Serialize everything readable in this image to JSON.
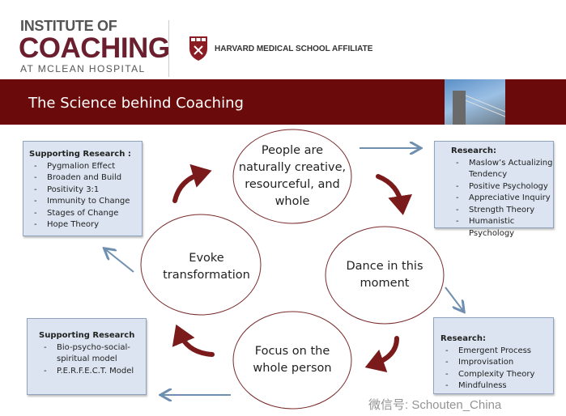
{
  "header": {
    "logo_line1": "INSTITUTE OF",
    "logo_line2": "COACHING",
    "logo_line3": "AT MCLEAN HOSPITAL",
    "affiliate": "HARVARD MEDICAL SCHOOL AFFILIATE"
  },
  "banner": {
    "title": "The Science behind Coaching"
  },
  "nodes": {
    "top": "People are naturally  creative, resourceful, and whole",
    "right": "Dance in this moment",
    "bottom": "Focus on the whole person",
    "left": "Evoke transformation"
  },
  "boxes": {
    "top_left": {
      "heading": "Supporting Research :",
      "items": [
        "Pygmalion Effect",
        "Broaden and Build",
        "Positivity 3:1",
        "Immunity to Change",
        "Stages of Change",
        "Hope Theory"
      ]
    },
    "top_right": {
      "heading": "Research:",
      "items": [
        "Maslow’s Actualizing Tendency",
        "Positive Psychology",
        "Appreciative Inquiry",
        "Strength Theory",
        "Humanistic Psychology"
      ]
    },
    "bottom_left": {
      "heading": "Supporting Research",
      "items": [
        "Bio-psycho-social-spiritual model",
        "P.E.R.F.E.C.T. Model"
      ]
    },
    "bottom_right": {
      "heading": "Research:",
      "items": [
        "Emergent Process",
        "Improvisation",
        "Complexity Theory",
        "Mindfulness"
      ]
    }
  },
  "watermark": "微信号: Schouten_China",
  "colors": {
    "maroon": "#6b0a0a",
    "arrow_red": "#7a1a1a",
    "arrow_blue": "#6f8fb0",
    "box_fill": "#dbe4f0"
  }
}
